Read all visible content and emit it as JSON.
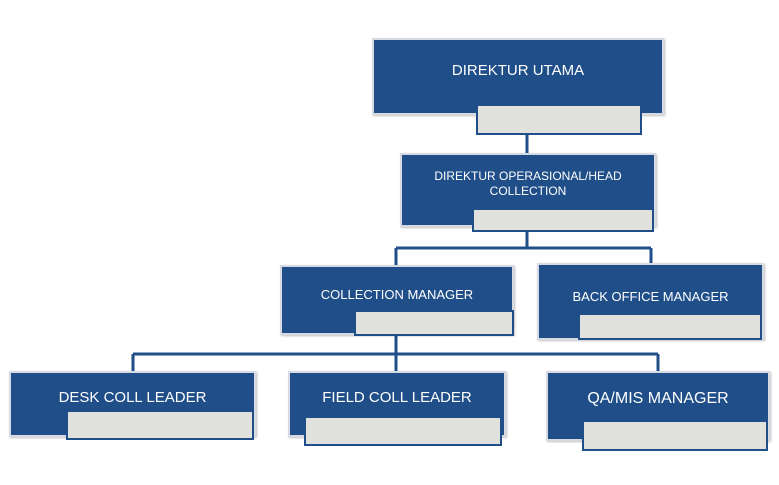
{
  "org_chart": {
    "nodes": [
      {
        "id": "direktur-utama",
        "label": "DIREKTUR UTAMA"
      },
      {
        "id": "direktur-operasional",
        "label": "DIREKTUR OPERASIONAL/HEAD COLLECTION"
      },
      {
        "id": "collection-manager",
        "label": "COLLECTION MANAGER"
      },
      {
        "id": "back-office-manager",
        "label": "BACK OFFICE MANAGER"
      },
      {
        "id": "desk-coll-leader",
        "label": "DESK COLL LEADER"
      },
      {
        "id": "field-coll-leader",
        "label": "FIELD COLL LEADER"
      },
      {
        "id": "qa-mis-manager",
        "label": "QA/MIS MANAGER"
      }
    ],
    "edges": [
      {
        "from": "direktur-utama",
        "to": "direktur-operasional"
      },
      {
        "from": "direktur-operasional",
        "to": "collection-manager"
      },
      {
        "from": "direktur-operasional",
        "to": "back-office-manager"
      },
      {
        "from": "collection-manager",
        "to": "desk-coll-leader"
      },
      {
        "from": "collection-manager",
        "to": "field-coll-leader"
      },
      {
        "from": "collection-manager",
        "to": "qa-mis-manager"
      }
    ]
  },
  "colors": {
    "box_fill": "#1f4e89",
    "box_border": "#d6dbe3",
    "tab_fill": "#e0e1dc",
    "connector": "#1f4e89",
    "text": "#ffffff"
  }
}
